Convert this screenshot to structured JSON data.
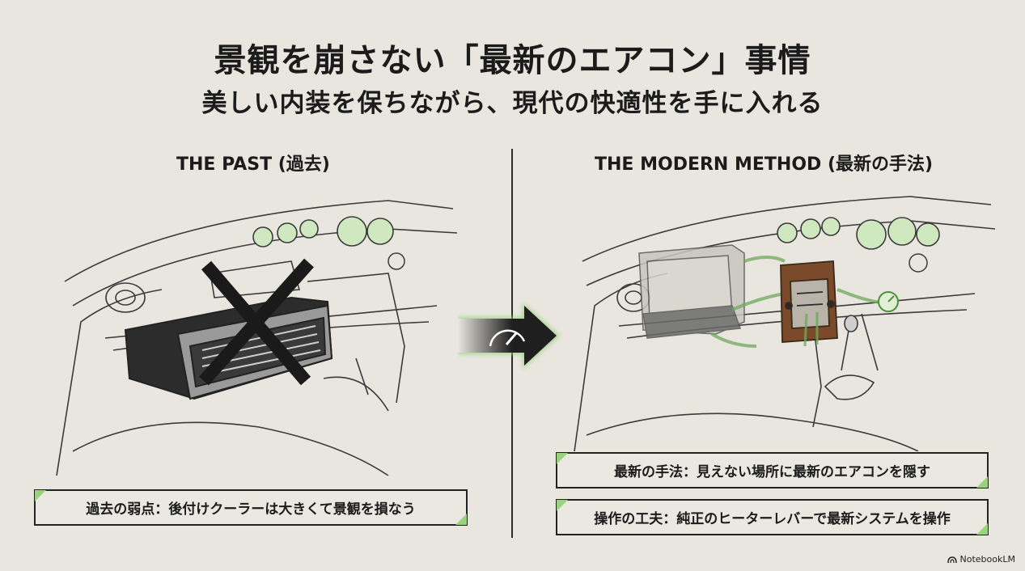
{
  "header": {
    "title": "景観を崩さない「最新のエアコン」事情",
    "subtitle": "美しい内装を保ちながら、現代の快適性を手に入れる"
  },
  "past": {
    "label": "THE PAST (過去)",
    "caption": "過去の弱点：後付けクーラーは大きくて景観を損なう"
  },
  "modern": {
    "label": "THE MODERN METHOD (最新の手法)",
    "captions": [
      "最新の手法：見えない場所に最新のエアコンを隠す",
      "操作の工夫：純正のヒーターレバーで最新システムを操作"
    ]
  },
  "watermark": {
    "text": "NotebookLM"
  },
  "colors": {
    "background": "#e9e6e0",
    "accent_green": "#9bd27f",
    "line": "#2a2a2a",
    "wood": "#7a4a2a"
  }
}
